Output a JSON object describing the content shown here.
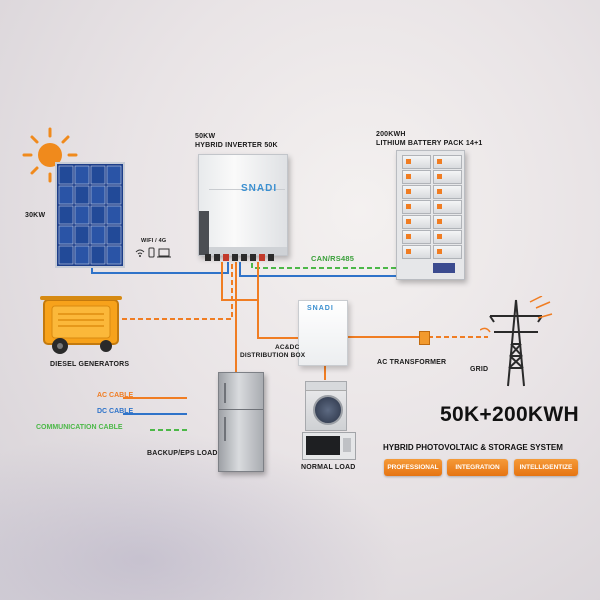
{
  "components": {
    "pv": {
      "label": "30KW"
    },
    "inverter": {
      "rating": "50KW",
      "name": "HYBRID INVERTER 50K",
      "brand": "SNADI"
    },
    "battery": {
      "rating": "200KWH",
      "name": "LITHIUM BATTERY PACK  14+1"
    },
    "comm": {
      "label": "WIFI / 4G"
    },
    "can": {
      "label": "CAN/RS485"
    },
    "generator": {
      "label": "DIESEL GENERATORS"
    },
    "distribution": {
      "line1": "AC&DC",
      "line2": "DISTRIBUTION BOX",
      "brand": "SNADI"
    },
    "transformer": {
      "label": "AC TRANSFORMER"
    },
    "grid": {
      "label": "GRID"
    },
    "backup_load": {
      "label": "BACKUP/EPS LOAD"
    },
    "normal_load": {
      "label": "NORMAL LOAD"
    }
  },
  "legend": {
    "ac": {
      "label": "AC CABLE",
      "color": "#f07d23"
    },
    "dc": {
      "label": "DC CABLE",
      "color": "#2f73c9"
    },
    "comm": {
      "label": "COMMUNICATION CABLE",
      "color": "#4cb848"
    }
  },
  "headline": "50K+200KWH",
  "system_title": "HYBRID PHOTOVOLTAIC & STORAGE SYSTEM",
  "tags": [
    "PROFESSIONAL",
    "INTEGRATION",
    "INTELLIGENTIZE"
  ],
  "colors": {
    "accent": "#f07d23",
    "dc": "#2f73c9",
    "comm": "#4cb848"
  }
}
